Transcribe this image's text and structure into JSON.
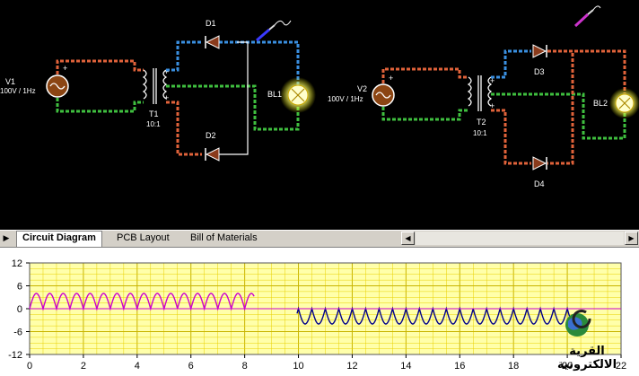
{
  "circuit1": {
    "source": {
      "name": "V1",
      "spec": "100V / 1Hz",
      "plus": "+"
    },
    "transformer": {
      "name": "T1",
      "ratio": "10:1",
      "plus_top": "+",
      "plus_bottom": "+"
    },
    "diode_top": "D1",
    "diode_bottom": "D2",
    "lamp": "BL1"
  },
  "circuit2": {
    "source": {
      "name": "V2",
      "spec": "100V / 1Hz",
      "plus": "+"
    },
    "transformer": {
      "name": "T2",
      "ratio": "10:1",
      "plus_top": "+",
      "plus_bottom": "+"
    },
    "diode_top": "D3",
    "diode_bottom": "D4",
    "lamp": "BL2"
  },
  "tabs": {
    "items": [
      {
        "label": "Circuit Diagram",
        "active": true
      },
      {
        "label": "PCB Layout",
        "active": false
      },
      {
        "label": "Bill of Materials",
        "active": false
      }
    ]
  },
  "scope": {
    "y_ticks": [
      "12",
      "6",
      "0",
      "-6",
      "-12"
    ],
    "x_ticks": [
      "0",
      "2",
      "4",
      "6",
      "8",
      "10",
      "12",
      "14",
      "16",
      "18",
      "20",
      "22"
    ]
  },
  "chart_data": {
    "type": "line",
    "xlim": [
      0,
      22
    ],
    "ylim": [
      -12,
      12
    ],
    "grid": true,
    "series": [
      {
        "color": "#cc00cc",
        "kind": "full-wave-positive",
        "amplitude": 4,
        "frequency_hz": 2,
        "x_start": 0,
        "x_end": 8.35
      },
      {
        "color": "#000088",
        "kind": "full-wave-negative",
        "amplitude": 4,
        "frequency_hz": 2,
        "x_start": 9.95,
        "x_end": 20.2
      }
    ]
  },
  "watermark": {
    "text": "القرية الالكترونية"
  },
  "colors": {
    "wire_red": "#e0623a",
    "wire_green": "#3fbf3f",
    "wire_blue": "#3a8fe0",
    "diode_fill": "#8a3b1c",
    "source_fill": "#8b4513",
    "lamp": "#ffff99",
    "grid_bg": "#ffffaa",
    "grid_line": "#e8d000",
    "trace1": "#cc00cc",
    "trace2": "#000088"
  }
}
